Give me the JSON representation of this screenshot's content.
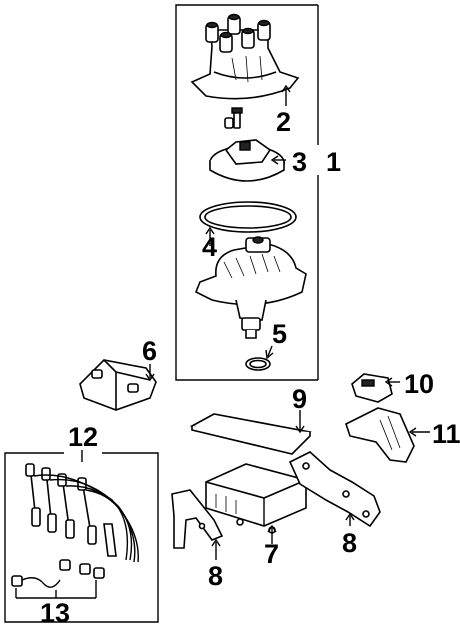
{
  "callouts": {
    "c1": "1",
    "c2": "2",
    "c3": "3",
    "c4": "4",
    "c5": "5",
    "c6": "6",
    "c7": "7",
    "c8a": "8",
    "c8b": "8",
    "c9": "9",
    "c10": "10",
    "c11": "11",
    "c12": "12",
    "c13": "13"
  }
}
